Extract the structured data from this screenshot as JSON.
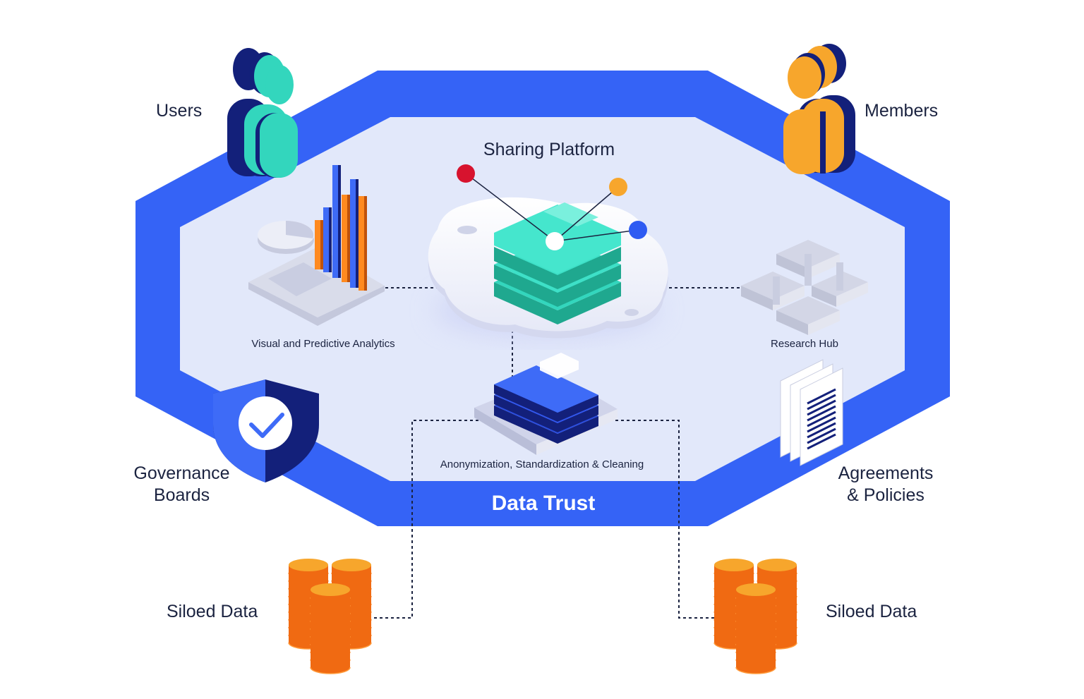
{
  "diagram": {
    "title": "Data Trust",
    "platform": "Sharing Platform",
    "users": "Users",
    "members": "Members",
    "governance_line1": "Governance",
    "governance_line2": "Boards",
    "agreements_line1": "Agreements",
    "agreements_line2": "& Policies",
    "analytics": "Visual and Predictive Analytics",
    "research": "Research Hub",
    "processing": "Anonymization,  Standardization & Cleaning",
    "siloed_left": "Siloed Data",
    "siloed_right": "Siloed Data"
  },
  "icons": {
    "users": "person-group-icon",
    "members": "person-group-icon",
    "governance": "shield-check-icon",
    "agreements": "document-stack-icon",
    "analytics": "bar-chart-icon",
    "research": "blocks-icon",
    "platform": "cloud-server-icon",
    "processing": "stacked-layers-icon",
    "siloed_data": "coin-stack-icon"
  },
  "colors": {
    "frame": "#3563f6",
    "inner": "#e2e8fa",
    "navy": "#13207a",
    "teal": "#33d6bd",
    "orange": "#ff8a1f",
    "amber": "#f7a62c",
    "text": "#1b2340",
    "red_node": "#d7132e",
    "blue_node": "#2e5bf2"
  }
}
